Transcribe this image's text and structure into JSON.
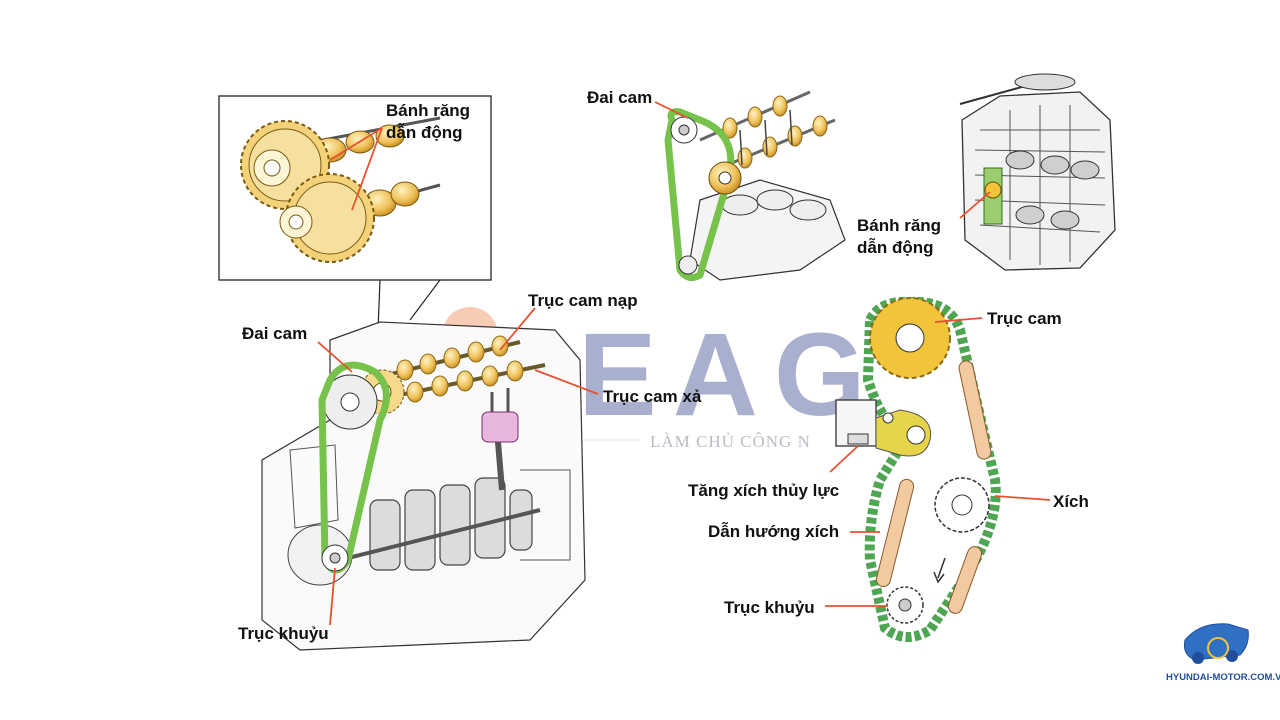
{
  "labels": {
    "inset_driving_gear": "Bánh răng\ndẫn động",
    "top_cam_belt": "Đai cam",
    "right_driving_gear": "Bánh răng\ndẫn động",
    "intake_camshaft": "Trục cam nạp",
    "left_cam_belt": "Đai cam",
    "exhaust_camshaft": "Trục cam xả",
    "chain_camshaft": "Trục cam",
    "hydraulic_tensioner": "Tăng xích thủy lực",
    "chain": "Xích",
    "chain_guide": "Dẫn hướng xích",
    "left_crankshaft": "Trục khuỷu",
    "chain_crankshaft": "Trục khuỷu"
  },
  "watermark": {
    "letters": "EAG",
    "tagline": "LÀM CHỦ CÔNG N"
  },
  "logo": {
    "text": "HYUNDAI-MOTOR.COM.VN"
  },
  "colors": {
    "belt": "#77c24a",
    "chain": "#4ea552",
    "gear_yellow": "#f2c43a",
    "cam_gold": "#f0c35c",
    "leader": "#e8512e",
    "guide": "#f2c9a0",
    "watermark_blue": "#2c3f86",
    "logo_blue": "#1f4e9b"
  }
}
